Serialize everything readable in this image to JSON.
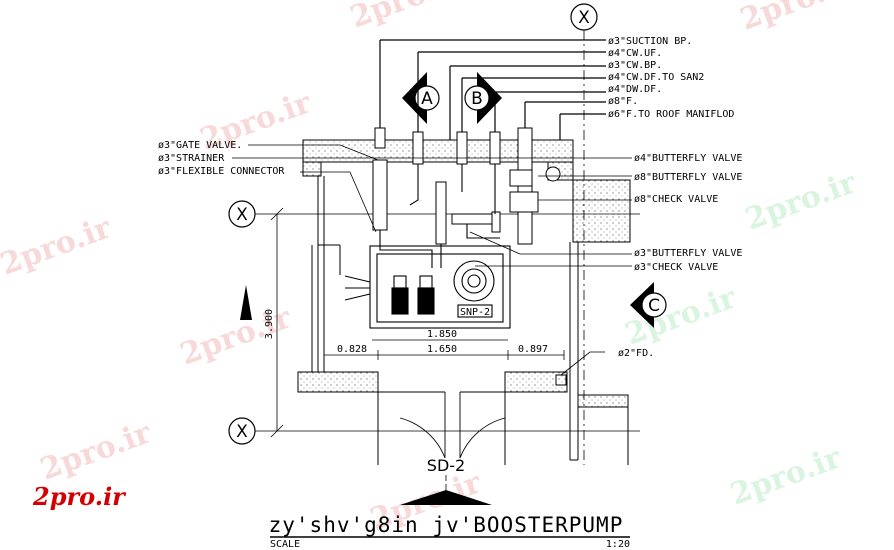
{
  "watermark": {
    "text": "2pro.ir"
  },
  "logo": {
    "text": "2pro.ir"
  },
  "grid_bubbles": {
    "top": "X",
    "left_upper": "X",
    "left_lower": "X"
  },
  "section_marks": {
    "a": "A",
    "b": "B",
    "c": "C"
  },
  "pipe_labels_top": [
    "ø3\"SUCTION BP.",
    "ø4\"CW.UF.",
    "ø3\"CW.BP.",
    "ø4\"CW.DF.TO SAN2",
    "ø4\"DW.DF.",
    "ø8\"F.",
    "ø6\"F.TO ROOF MANIFLOD"
  ],
  "left_labels": [
    "ø3\"GATE VALVE.",
    "ø3\"STRAINER",
    "ø3\"FLEXIBLE CONNECTOR"
  ],
  "right_labels": [
    "ø4\"BUTTERFLY VALVE",
    "ø8\"BUTTERFLY VALVE",
    "ø8\"CHECK VALVE",
    "ø3\"BUTTERFLY VALVE",
    "ø3\"CHECK VALVE"
  ],
  "fd_label": "ø2\"FD.",
  "equipment_tag": "SNP-2",
  "dimensions": {
    "vertical": "3.900",
    "top": "1.850",
    "left": "0.828",
    "middle": "1.650",
    "right": "0.897"
  },
  "section_label": "SD-2",
  "title": "zy'shv'g8in jv'BOOSTERPUMP",
  "scale_label": "SCALE",
  "scale_value": "1:20"
}
